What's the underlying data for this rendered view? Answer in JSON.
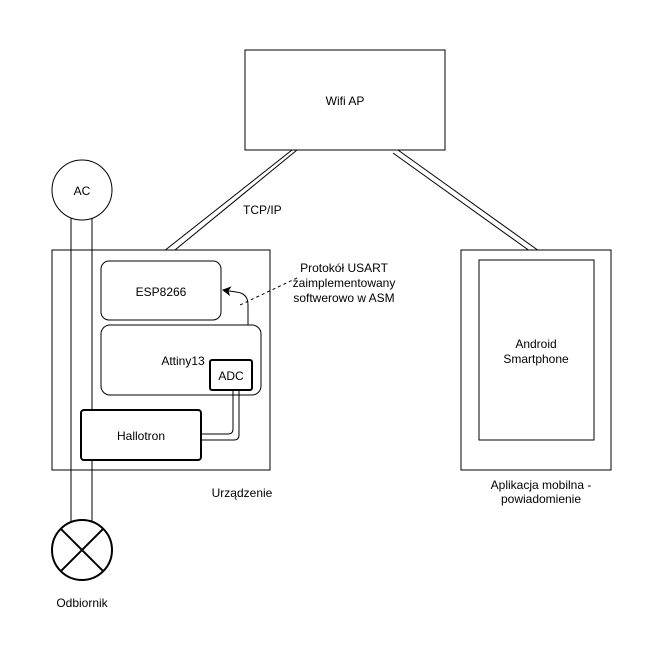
{
  "nodes": {
    "wifi_ap": "Wifi AP",
    "ac": "AC",
    "esp8266": "ESP8266",
    "attiny13": "Attiny13",
    "adc": "ADC",
    "hallotron": "Hallotron",
    "android_line1": "Android",
    "android_line2": "Smartphone"
  },
  "labels": {
    "tcp_ip": "TCP/IP",
    "usart_line1": "Protokół USART",
    "usart_line2": "zaimplementowany",
    "usart_line3": "softwerowo w ASM",
    "device": "Urządzenie",
    "app_line1": "Aplikacja mobilna -",
    "app_line2": "powiadomienie",
    "receiver": "Odbiornik"
  },
  "colors": {
    "stroke": "#000000",
    "background": "#ffffff"
  }
}
